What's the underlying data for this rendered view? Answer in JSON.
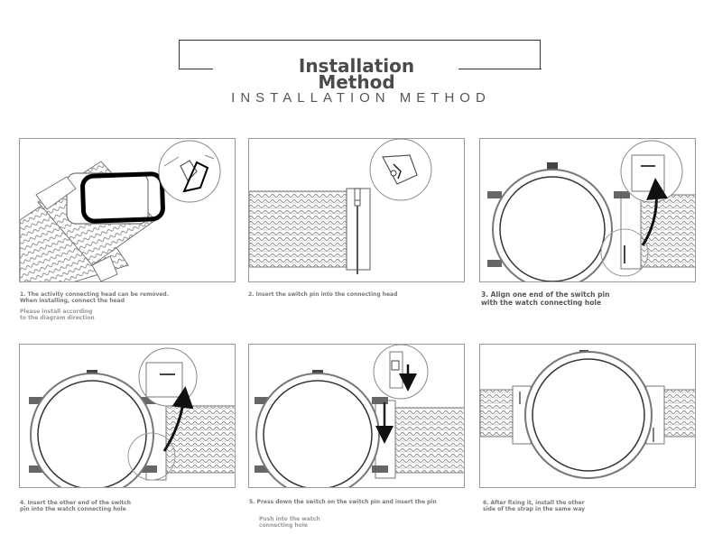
{
  "header": {
    "title": "Installation\nMethod",
    "subtitle": "INSTALLATION METHOD"
  },
  "steps": [
    {
      "caption": "1. The activity connecting head can be removed.\n  When installing, connect the head",
      "note": "Please install according\n  to the diagram direction"
    },
    {
      "caption": "2. Insert the switch pin into the connecting head"
    },
    {
      "caption": "3. Align one end of the switch pin\n  with the watch connecting hole"
    },
    {
      "caption": "4. Insert the other end of the switch\n  pin into the watch connecting hole"
    },
    {
      "caption": "5. Press down the switch on the switch pin and insert the pin",
      "note": "Push into the watch\n  connecting hole"
    },
    {
      "caption": "6. After fixing it, install the other\n  side of the strap in the same way"
    }
  ]
}
